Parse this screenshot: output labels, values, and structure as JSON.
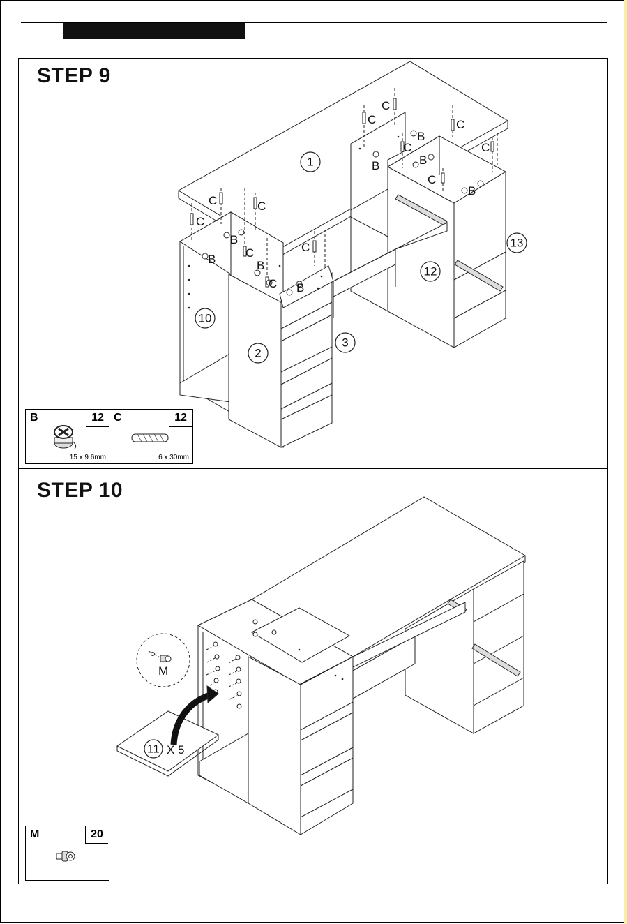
{
  "steps": [
    {
      "title": "STEP 9",
      "fitting_labels": {
        "cam_lock": "B",
        "dowel": "C"
      },
      "part_numbers": [
        "1",
        "2",
        "3",
        "10",
        "12",
        "13"
      ],
      "hardware": [
        {
          "letter": "B",
          "qty": "12",
          "size": "15 x 9.6mm",
          "icon": "cam-lock-icon"
        },
        {
          "letter": "C",
          "qty": "12",
          "size": "6 x 30mm",
          "icon": "wood-dowel-icon"
        }
      ]
    },
    {
      "title": "STEP 10",
      "detail_label": "M",
      "shelf_callout": {
        "part": "11",
        "quantity": "X 5"
      },
      "hardware": [
        {
          "letter": "M",
          "qty": "20",
          "icon": "shelf-pin-icon"
        }
      ]
    }
  ]
}
